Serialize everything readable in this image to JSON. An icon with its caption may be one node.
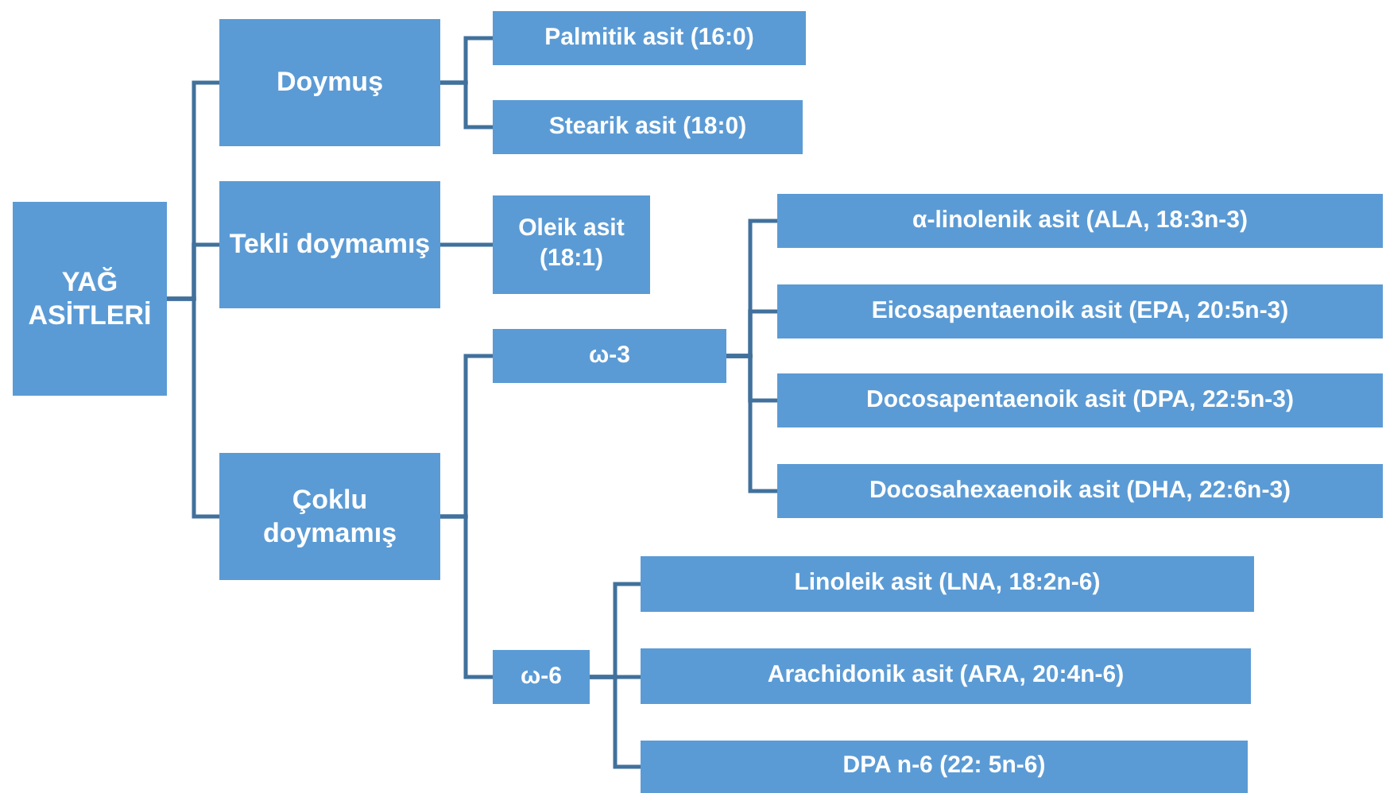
{
  "diagram": {
    "nodes": [
      {
        "text": [
          "YAĞ ASİTLERİ"
        ]
      },
      {
        "text": [
          "Doymuş"
        ]
      },
      {
        "text": [
          "Tekli doymamış"
        ]
      },
      {
        "text": [
          "Çoklu doymamış"
        ]
      },
      {
        "text": [
          "Palmitik asit (16:0)"
        ]
      },
      {
        "text": [
          "Stearik asit (18:0)"
        ]
      },
      {
        "text": [
          "Oleik asit (18:1)"
        ]
      },
      {
        "text": [
          "ω-3"
        ]
      },
      {
        "text": [
          "ω-6"
        ]
      },
      {
        "text": [
          "α-linolenik asit (ALA, 18:3n-3)"
        ]
      },
      {
        "text": [
          "Eicosapentaenoik asit (EPA, 20:5n-3)"
        ]
      },
      {
        "text": [
          "Docosapentaenoik asit (DPA, 22:5n-3)"
        ]
      },
      {
        "text": [
          "Docosahexaenoik asit (DHA, 22:6n-3)"
        ]
      },
      {
        "text": [
          "Linoleik asit (LNA, 18:2n-6)"
        ]
      },
      {
        "text": [
          "Arachidonik asit (ARA, 20:4n-6)"
        ]
      },
      {
        "text": [
          "DPA n-6 (22: 5n-6)"
        ]
      }
    ],
    "edges": [
      {
        "from": 0,
        "to": 1,
        "arrow": "none"
      },
      {
        "from": 0,
        "to": 2,
        "arrow": "none"
      },
      {
        "from": 0,
        "to": 3,
        "arrow": "none"
      },
      {
        "from": 1,
        "to": 4,
        "arrow": "none"
      },
      {
        "from": 1,
        "to": 5,
        "arrow": "none"
      },
      {
        "from": 2,
        "to": 6,
        "arrow": "none"
      },
      {
        "from": 3,
        "to": 7,
        "arrow": "none"
      },
      {
        "from": 3,
        "to": 8,
        "arrow": "none"
      },
      {
        "from": 7,
        "to": 9,
        "arrow": "none"
      },
      {
        "from": 7,
        "to": 10,
        "arrow": "none"
      },
      {
        "from": 7,
        "to": 11,
        "arrow": "none"
      },
      {
        "from": 7,
        "to": 12,
        "arrow": "none"
      },
      {
        "from": 8,
        "to": 13,
        "arrow": "none"
      },
      {
        "from": 8,
        "to": 14,
        "arrow": "none"
      },
      {
        "from": 8,
        "to": 15,
        "arrow": "none"
      }
    ]
  }
}
